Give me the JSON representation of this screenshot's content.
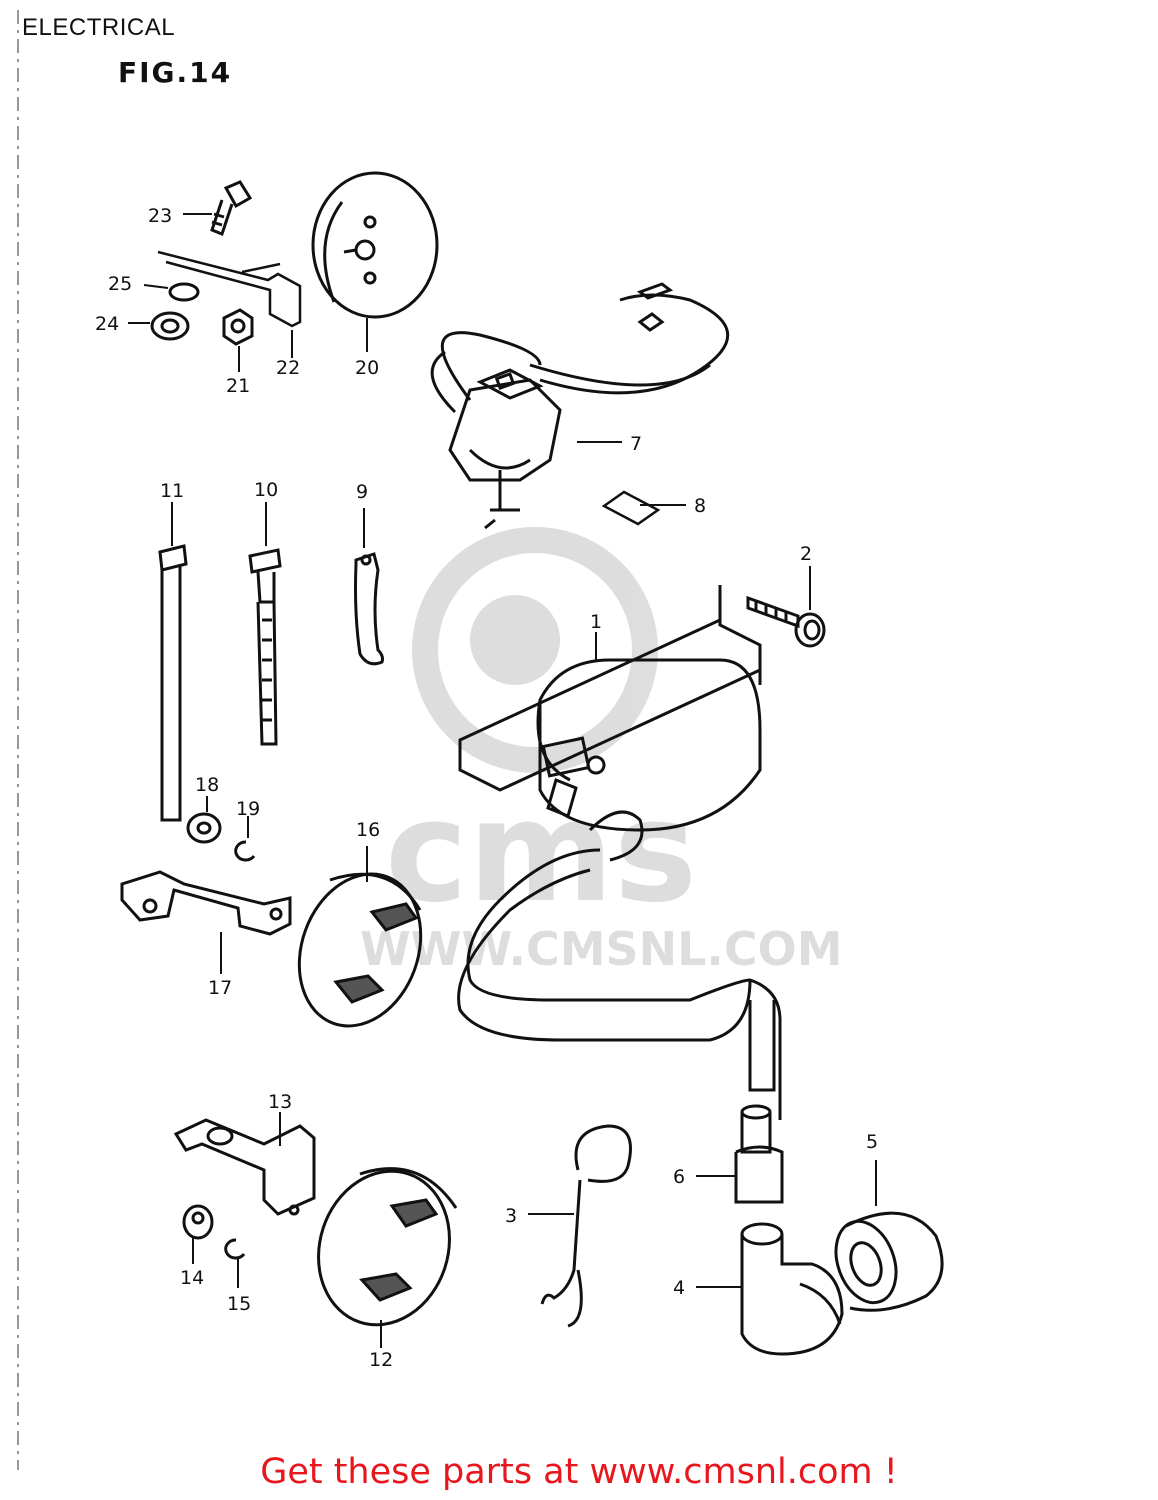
{
  "header": {
    "title": "ELECTRICAL"
  },
  "figure": {
    "label": "FIG.14"
  },
  "parts": {
    "p1": "1",
    "p2": "2",
    "p3": "3",
    "p4": "4",
    "p5": "5",
    "p6": "6",
    "p7": "7",
    "p8": "8",
    "p9": "9",
    "p10": "10",
    "p11": "11",
    "p12": "12",
    "p13": "13",
    "p14": "14",
    "p15": "15",
    "p16": "16",
    "p17": "17",
    "p18": "18",
    "p19": "19",
    "p20": "20",
    "p21": "21",
    "p22": "22",
    "p23": "23",
    "p24": "24",
    "p25": "25"
  },
  "watermark": {
    "brand": "cms",
    "url": "WWW.CMSNL.COM"
  },
  "footer": {
    "cta": "Get these parts at www.cmsnl.com !"
  }
}
